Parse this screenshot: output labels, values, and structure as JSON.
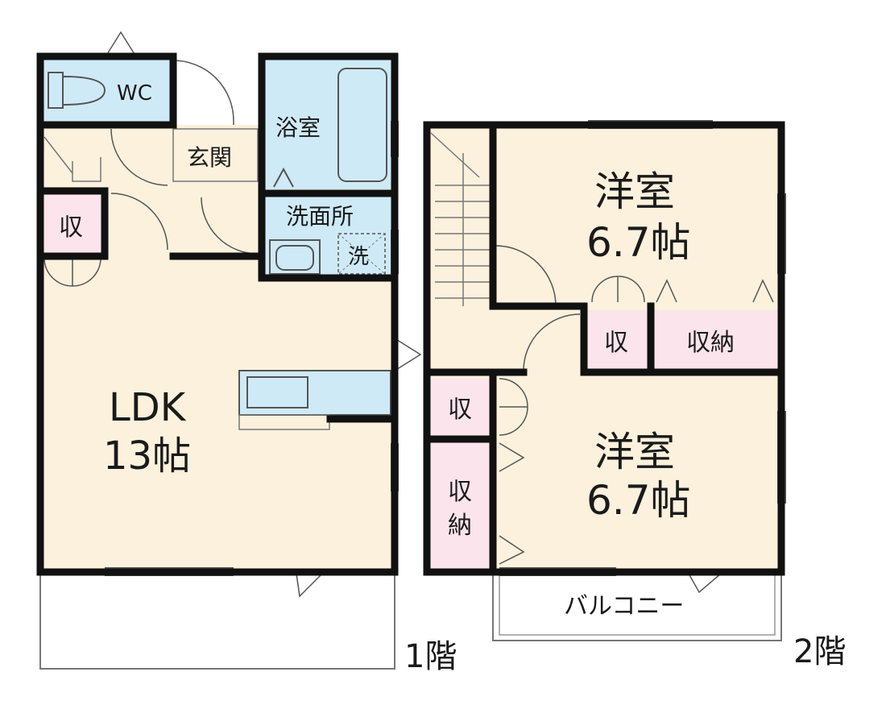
{
  "colors": {
    "wall": "#111111",
    "floor_beige": "#fbf1dc",
    "wet_blue": "#cfeaf7",
    "storage_pink": "#fbe4ec",
    "line_gray": "#555555"
  },
  "floor1": {
    "wc": "WC",
    "bath": "浴室",
    "entrance": "玄関",
    "washroom": "洗面所",
    "washer": "洗",
    "storage": "収",
    "ldk_name": "LDK",
    "ldk_size": "13帖",
    "floor_label": "1階"
  },
  "floor2": {
    "room_a_name": "洋室",
    "room_a_size": "6.7帖",
    "room_b_name": "洋室",
    "room_b_size": "6.7帖",
    "storage_small_1": "収",
    "storage_large_1": "収納",
    "storage_small_2": "収",
    "storage_vertical_1": "収",
    "storage_vertical_2": "納",
    "balcony": "バルコニー",
    "floor_label": "2階"
  }
}
